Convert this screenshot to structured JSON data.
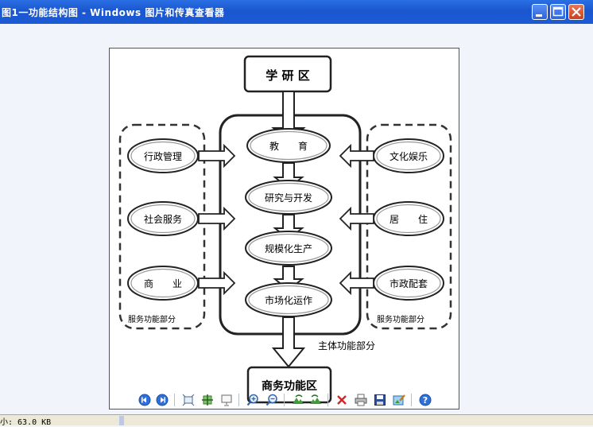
{
  "window": {
    "title": "图1一功能结构图 - Windows 图片和传真查看器"
  },
  "diagram": {
    "top_box": "学 研 区",
    "bottom_box": "商务功能区",
    "core": [
      "教　　育",
      "研究与开发",
      "规模化生产",
      "市场化运作"
    ],
    "core_label": "主体功能部分",
    "left_items": [
      "行政管理",
      "社会服务",
      "商　　业"
    ],
    "left_label": "服务功能部分",
    "right_items": [
      "文化娱乐",
      "居　　住",
      "市政配套"
    ],
    "right_label": "服务功能部分"
  },
  "toolbar": {
    "buttons": [
      "previous-image-icon",
      "next-image-icon",
      "best-fit-icon",
      "actual-size-icon",
      "slideshow-icon",
      "zoom-in-icon",
      "zoom-out-icon",
      "rotate-clockwise-icon",
      "rotate-counterclockwise-icon",
      "delete-icon",
      "print-icon",
      "save-icon",
      "edit-icon",
      "help-icon"
    ]
  },
  "status": {
    "text": "小: 63.0 KB"
  }
}
